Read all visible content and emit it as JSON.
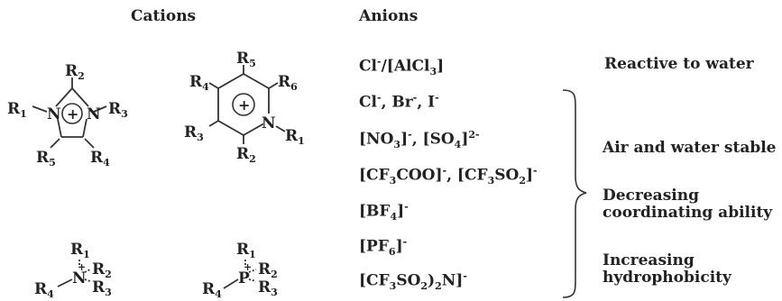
{
  "headers": {
    "cations": "Cations",
    "anions": "Anions"
  },
  "anions": [
    {
      "base": "Cl",
      "sup1": "-",
      "tail": "/[AlCl",
      "sub1": "3",
      "end": "]"
    },
    {
      "base": "Cl",
      "sup1": "-",
      "tail": ", Br",
      "sup2": "-",
      "tail2": ", I",
      "sup3": "-"
    },
    {
      "base": "[NO",
      "sub1": "3",
      "tail": "]",
      "sup1": "-",
      "tail2": ", [SO",
      "sub2": "4",
      "tail3": "]",
      "sup2": "2-"
    },
    {
      "base": "[CF",
      "sub1": "3",
      "tail": "COO]",
      "sup1": "-",
      "tail2": ", [CF",
      "sub2": "3",
      "tail3": "SO",
      "sub3": "2",
      "tail4": "]",
      "sup2": "-"
    },
    {
      "base": "[BF",
      "sub1": "4",
      "tail": "]",
      "sup1": "-"
    },
    {
      "base": "[PF",
      "sub1": "6",
      "tail": "]",
      "sup1": "-"
    },
    {
      "base": "[CF",
      "sub1": "3",
      "tail": "SO",
      "sub2": "2",
      "tail2": ")",
      "sub3": "2",
      "tail3": "N]",
      "sup1": "-"
    }
  ],
  "notes": {
    "reactive": "Reactive to water",
    "stable": "Air and water stable",
    "coord_1": "Decreasing",
    "coord_2": "coordinating ability",
    "hydro_1": "Increasing",
    "hydro_2": "hydrophobicity"
  },
  "structures": {
    "imidazolium": {
      "R1": "R",
      "R1n": "1",
      "R2": "R",
      "R2n": "2",
      "R3": "R",
      "R3n": "3",
      "R4": "R",
      "R4n": "4",
      "R5": "R",
      "R5n": "5",
      "N": "N",
      "plus": "+"
    },
    "pyridinium": {
      "R1": "R",
      "R1n": "1",
      "R2": "R",
      "R2n": "2",
      "R3": "R",
      "R3n": "3",
      "R4": "R",
      "R4n": "4",
      "R5": "R",
      "R5n": "5",
      "R6": "R",
      "R6n": "6",
      "N": "N",
      "plus": "+"
    },
    "ammonium": {
      "R1": "R",
      "R1n": "1",
      "R2": "R",
      "R2n": "2",
      "R3": "R",
      "R3n": "3",
      "R4": "R",
      "R4n": "4",
      "X": "N",
      "plus": "+"
    },
    "phosphonium": {
      "R1": "R",
      "R1n": "1",
      "R2": "R",
      "R2n": "2",
      "R3": "R",
      "R3n": "3",
      "R4": "R",
      "R4n": "4",
      "X": "P",
      "plus": "+"
    }
  }
}
